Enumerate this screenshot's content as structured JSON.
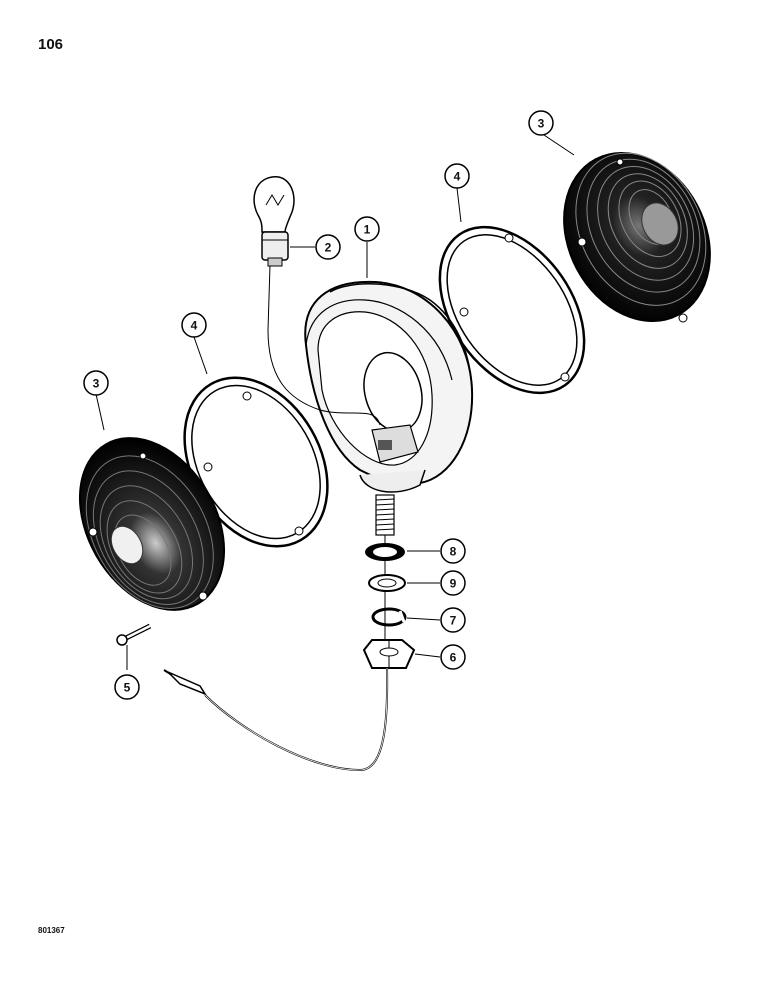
{
  "page_number": "106",
  "figure_code": "801367",
  "callouts": {
    "housing": "1",
    "bulb": "2",
    "lens_right": "3",
    "lens_left": "3",
    "gasket_right": "4",
    "gasket_left": "4",
    "screw": "5",
    "nut": "6",
    "lock_washer": "7",
    "seal": "8",
    "washer": "9"
  }
}
